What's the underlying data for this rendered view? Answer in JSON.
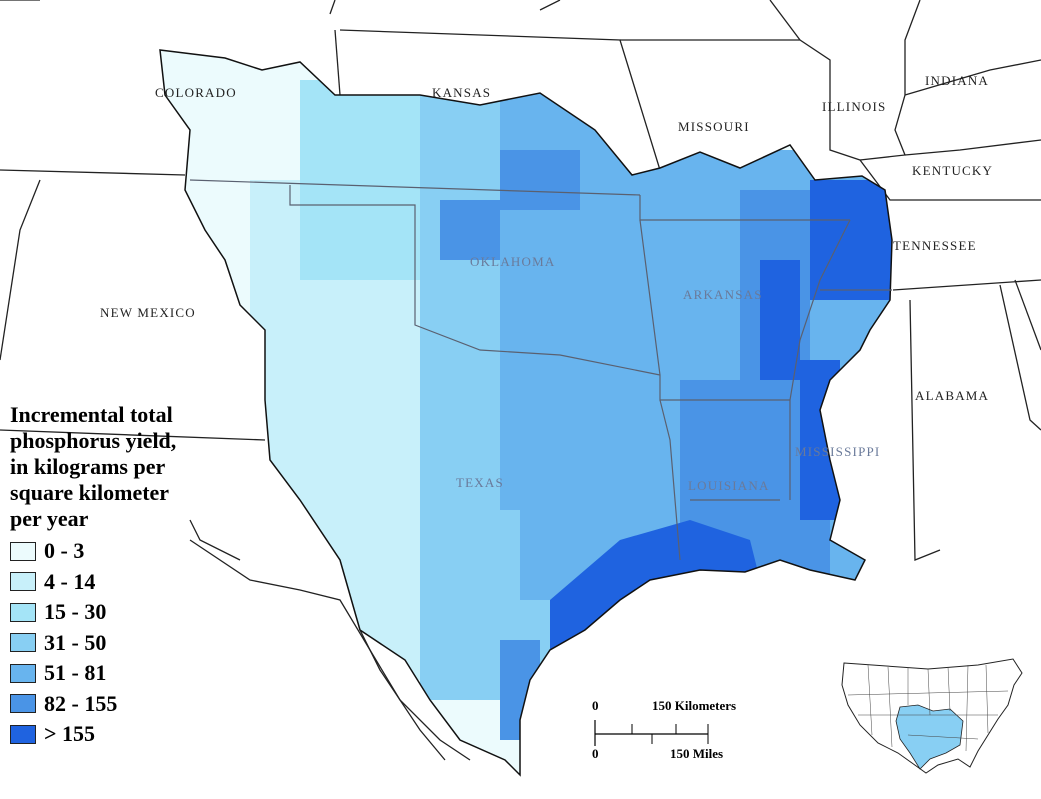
{
  "legend": {
    "title_lines": [
      "Incremental total",
      "phosphorus yield,",
      "in kilograms per",
      "square kilometer",
      "per year"
    ],
    "classes": [
      {
        "label": "0 - 3",
        "color": "#ecfbfd"
      },
      {
        "label": "4 - 14",
        "color": "#c8f0fa"
      },
      {
        "label": "15 - 30",
        "color": "#a4e4f7"
      },
      {
        "label": "31 - 50",
        "color": "#88cff3"
      },
      {
        "label": "51 - 81",
        "color": "#68b4ee"
      },
      {
        "label": "82 - 155",
        "color": "#4a94e6"
      },
      {
        "label": "> 155",
        "color": "#1f63e0"
      }
    ]
  },
  "states": {
    "colorado": "COLORADO",
    "kansas": "KANSAS",
    "missouri": "MISSOURI",
    "illinois": "ILLINOIS",
    "indiana": "INDIANA",
    "kentucky": "KENTUCKY",
    "tennessee": "TENNESSEE",
    "new_mexico": "NEW MEXICO",
    "oklahoma": "OKLAHOMA",
    "arkansas": "ARKANSAS",
    "alabama": "ALABAMA",
    "mississippi": "MISSISSIPPI",
    "texas": "TEXAS",
    "louisiana": "LOUISIANA"
  },
  "scale": {
    "zero_top": "0",
    "km_label": "150 Kilometers",
    "zero_bottom": "0",
    "mi_label": "150 Miles"
  }
}
